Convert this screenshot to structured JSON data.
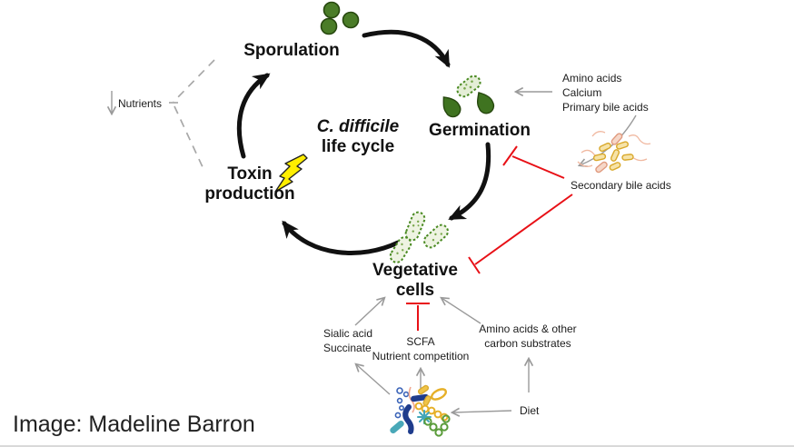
{
  "title": {
    "line1": "C. difficile",
    "line2": "life cycle"
  },
  "stages": {
    "sporulation": "Sporulation",
    "germination": "Germination",
    "toxin_line1": "Toxin",
    "toxin_line2": "production",
    "vegetative_line1": "Vegetative",
    "vegetative_line2": "cells"
  },
  "factors": {
    "nutrients": "Nutrients",
    "germination_inputs": [
      "Amino acids",
      "Calcium",
      "Primary bile acids"
    ],
    "secondary_bile_acids": "Secondary bile acids",
    "sialic_acid": "Sialic acid",
    "succinate": "Succinate",
    "scfa": "SCFA",
    "nutrient_competition": "Nutrient competition",
    "amino_other_line1": "Amino acids & other",
    "amino_other_line2": "carbon substrates",
    "diet": "Diet"
  },
  "credit": "Image: Madeline Barron",
  "icons": {
    "spores": "spore-cluster-icon",
    "germinating_cell": "germinating-cell-icon",
    "spore_drops": "spore-drop-icons",
    "vegetative_cells": "vegetative-cells-icon",
    "bile_bacteria": "bile-metabolizing-bacteria-icon",
    "microbiome": "gut-microbiome-icon",
    "lightning": "toxin-lightning-icon"
  },
  "colors": {
    "cycle_black": "#111111",
    "inhibit_red": "#e81016",
    "arrow_gray": "#9a9a9a",
    "spore_green": "#4a7c28",
    "cell_outline_green": "#4a8a22",
    "bolt_yellow": "#ffee00",
    "microbe_gold": "#e0ab2e",
    "microbe_navy": "#1e3c8c",
    "microbe_teal": "#43a6b8",
    "microbe_salmon": "#efab92",
    "microbe_leaf": "#5a9c3a",
    "microbe_blue": "#3a63b8"
  }
}
